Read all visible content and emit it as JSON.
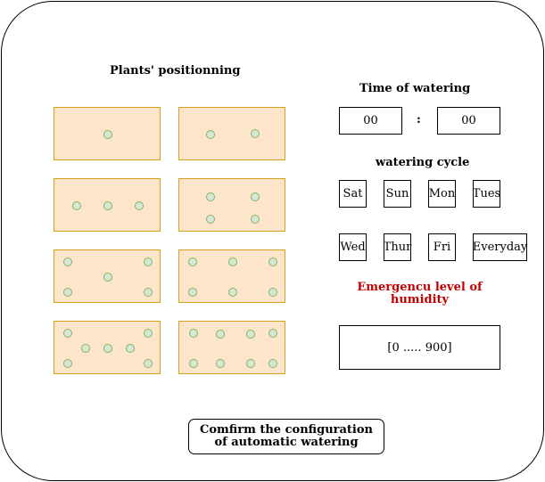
{
  "plants": {
    "title": "Plants' positionning",
    "layouts": [
      {
        "name": "one-plant"
      },
      {
        "name": "two-plants"
      },
      {
        "name": "three-plants"
      },
      {
        "name": "four-plants"
      },
      {
        "name": "five-plants"
      },
      {
        "name": "six-plants"
      },
      {
        "name": "seven-plants"
      },
      {
        "name": "eight-plants"
      }
    ]
  },
  "watering_time": {
    "title": "Time of watering",
    "hours": "00",
    "separator": ":",
    "minutes": "00"
  },
  "watering_cycle": {
    "title": "watering cycle",
    "days": [
      "Sat",
      "Sun",
      "Mon",
      "Tues",
      "Wed",
      "Thur",
      "Fri",
      "Everyday"
    ]
  },
  "humidity": {
    "title": "Emergencu level of humidity",
    "title_color": "#c00000",
    "range": "[0 ..... 900]"
  },
  "confirm": {
    "label": "Comfirm the configuration of automatic watering"
  },
  "colors": {
    "tray_fill": "#fde5cb",
    "tray_border": "#d6a21e",
    "plant_fill": "#d5e8d4",
    "plant_border": "#82b366"
  }
}
